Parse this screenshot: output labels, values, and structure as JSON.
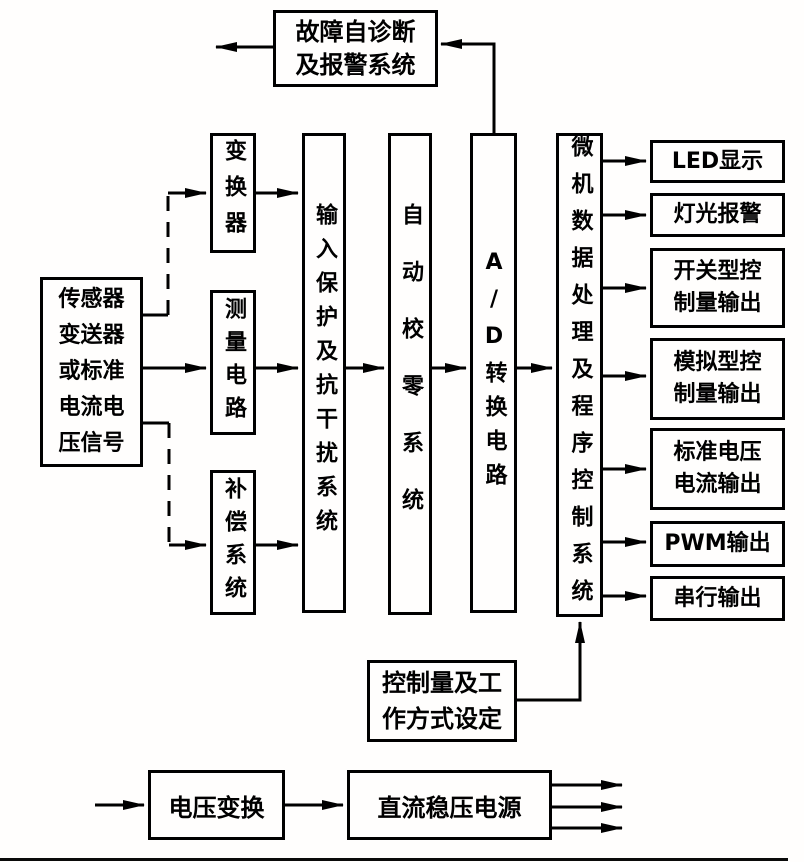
{
  "colors": {
    "ink": "#000000",
    "paper": "#fffefd"
  },
  "blocks": {
    "fault_alarm": {
      "lines": [
        "故障自诊断",
        "及报警系统"
      ]
    },
    "sensor_input": {
      "lines": [
        "传感器",
        "变送器",
        "或标准",
        "电流电",
        "压信号"
      ]
    },
    "converter": {
      "text": "变换器"
    },
    "measuring_circuit": {
      "text": "测量电路"
    },
    "compensation": {
      "text": "补偿系统"
    },
    "input_protection": {
      "text": "输入保护及抗干扰系统"
    },
    "auto_zero": {
      "text": "自动校零系统"
    },
    "ad_converter": {
      "text": "A/D转换电路"
    },
    "mcu": {
      "text": "微机数据处理及程序控制系统"
    },
    "outputs": [
      {
        "lines": [
          "LED显示"
        ]
      },
      {
        "lines": [
          "灯光报警"
        ]
      },
      {
        "lines": [
          "开关型控",
          "制量输出"
        ]
      },
      {
        "lines": [
          "模拟型控",
          "制量输出"
        ]
      },
      {
        "lines": [
          "标准电压",
          "电流输出"
        ]
      },
      {
        "lines": [
          "PWM输出"
        ]
      },
      {
        "lines": [
          "串行输出"
        ]
      }
    ],
    "setting": {
      "lines": [
        "控制量及工",
        "作方式设定"
      ]
    },
    "voltage_conversion": {
      "text": "电压变换"
    },
    "dc_power": {
      "text": "直流稳压电源"
    }
  }
}
